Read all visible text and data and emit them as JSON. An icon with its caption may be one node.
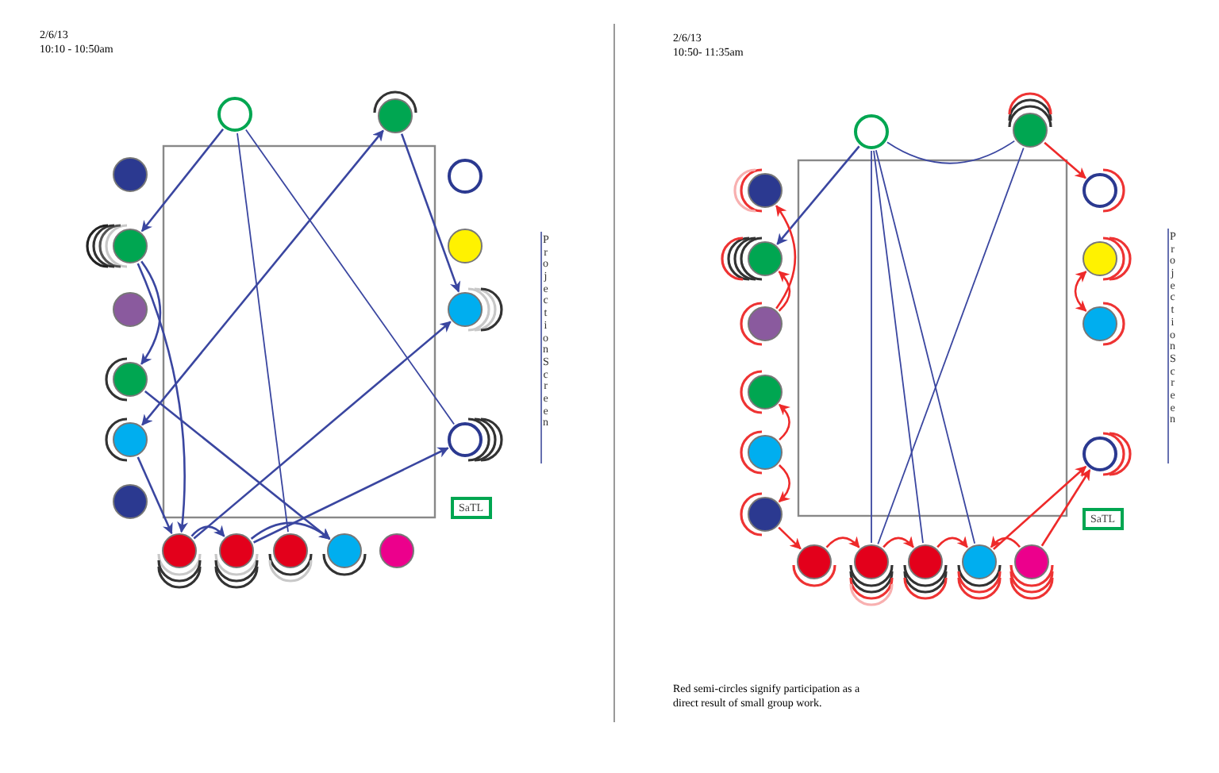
{
  "diagram": {
    "nodes": [
      {
        "text": [],
        "shape": "circle"
      },
      {
        "text": [],
        "shape": "circle"
      },
      {
        "text": [],
        "shape": "circle"
      },
      {
        "text": [],
        "shape": "circle"
      },
      {
        "text": [],
        "shape": "circle"
      },
      {
        "text": [],
        "shape": "circle"
      },
      {
        "text": [],
        "shape": "circle"
      },
      {
        "text": [],
        "shape": "circle"
      },
      {
        "text": [],
        "shape": "circle"
      },
      {
        "text": [],
        "shape": "circle"
      },
      {
        "text": [],
        "shape": "circle"
      },
      {
        "text": [],
        "shape": "circle"
      },
      {
        "text": [],
        "shape": "circle"
      },
      {
        "text": [],
        "shape": "circle"
      },
      {
        "text": [],
        "shape": "circle"
      },
      {
        "text": [],
        "shape": "circle"
      },
      {
        "text": [],
        "shape": "circle"
      },
      {
        "text": [
          "SaTL"
        ]
      },
      {
        "text": [],
        "shape": "circle"
      },
      {
        "text": [],
        "shape": "circle"
      },
      {
        "text": [],
        "shape": "circle"
      },
      {
        "text": [],
        "shape": "circle"
      },
      {
        "text": [],
        "shape": "circle"
      },
      {
        "text": [],
        "shape": "circle"
      },
      {
        "text": [],
        "shape": "circle"
      },
      {
        "text": [],
        "shape": "circle"
      },
      {
        "text": [],
        "shape": "circle"
      },
      {
        "text": [],
        "shape": "circle"
      },
      {
        "text": [],
        "shape": "circle"
      },
      {
        "text": [],
        "shape": "circle"
      },
      {
        "text": [],
        "shape": "circle"
      },
      {
        "text": [],
        "shape": "circle"
      },
      {
        "text": [],
        "shape": "circle"
      },
      {
        "text": [],
        "shape": "circle"
      },
      {
        "text": [],
        "shape": "circle"
      },
      {
        "text": [
          "SaTL"
        ]
      }
    ],
    "edges": [
      {
        "from": 0,
        "to": 3,
        "arrow": "to"
      },
      {
        "from": 0,
        "to": 14,
        "arrow": "none"
      },
      {
        "from": 0,
        "to": 11,
        "arrow": "none"
      },
      {
        "from": 6,
        "to": 1,
        "arrow": "both"
      },
      {
        "from": 1,
        "to": 10,
        "arrow": "to"
      },
      {
        "from": 12,
        "to": 10,
        "arrow": "to"
      },
      {
        "from": 13,
        "to": 11,
        "arrow": "to"
      },
      {
        "from": 5,
        "to": 15,
        "arrow": "to"
      },
      {
        "from": 3,
        "to": 5,
        "arrow": "to"
      },
      {
        "from": 3,
        "to": 12,
        "arrow": "to"
      },
      {
        "from": 6,
        "to": 12,
        "arrow": "to"
      },
      {
        "from": 12,
        "to": 13,
        "arrow": "to"
      },
      {
        "from": 13,
        "to": 15,
        "arrow": "to"
      },
      {
        "from": 18,
        "to": 21,
        "arrow": "to"
      },
      {
        "from": 18,
        "to": 31,
        "arrow": "none"
      },
      {
        "from": 18,
        "to": 32,
        "arrow": "none"
      },
      {
        "from": 18,
        "to": 33,
        "arrow": "none"
      },
      {
        "from": 18,
        "to": 19,
        "arrow": "none"
      },
      {
        "from": 19,
        "to": 31,
        "arrow": "none"
      },
      {
        "from": 19,
        "to": 26,
        "arrow": "to",
        "color": "#ee2a2a"
      },
      {
        "from": 22,
        "to": 20,
        "arrow": "to",
        "color": "#ee2a2a"
      },
      {
        "from": 22,
        "to": 21,
        "arrow": "to",
        "color": "#ee2a2a"
      },
      {
        "from": 24,
        "to": 23,
        "arrow": "to",
        "color": "#ee2a2a"
      },
      {
        "from": 24,
        "to": 25,
        "arrow": "to",
        "color": "#ee2a2a"
      },
      {
        "from": 25,
        "to": 30,
        "arrow": "to",
        "color": "#ee2a2a"
      },
      {
        "from": 28,
        "to": 27,
        "arrow": "both",
        "color": "#ee2a2a"
      },
      {
        "from": 30,
        "to": 31,
        "arrow": "to",
        "color": "#ee2a2a"
      },
      {
        "from": 31,
        "to": 32,
        "arrow": "to",
        "color": "#ee2a2a"
      },
      {
        "from": 32,
        "to": 33,
        "arrow": "to",
        "color": "#ee2a2a"
      },
      {
        "from": 34,
        "to": 33,
        "arrow": "to",
        "color": "#ee2a2a"
      },
      {
        "from": 33,
        "to": 29,
        "arrow": "to",
        "color": "#ee2a2a"
      },
      {
        "from": 34,
        "to": 29,
        "arrow": "to",
        "color": "#ee2a2a"
      }
    ],
    "labels": [
      "2/6/13",
      "10:10 - 10:50am",
      "Projection Screen",
      "2/6/13",
      "10:50- 11:35am",
      "Projection Screen",
      "Red semi-circles signify participation as a direct result of small group work."
    ]
  }
}
